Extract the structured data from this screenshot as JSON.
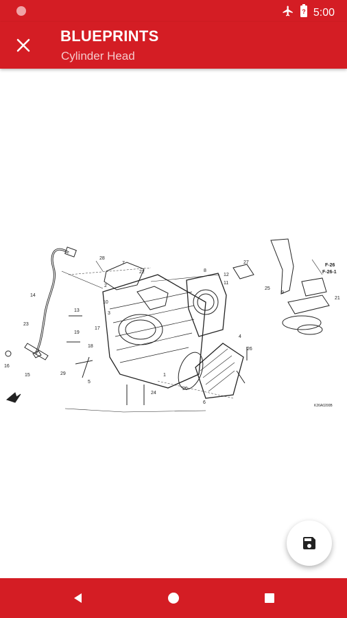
{
  "status_bar": {
    "time": "5:00",
    "icons": [
      "notification-dot-icon",
      "airplane-mode-icon",
      "battery-icon"
    ]
  },
  "app_bar": {
    "title": "BLUEPRINTS",
    "subtitle": "Cylinder Head",
    "close_icon": "close-icon"
  },
  "diagram": {
    "callouts": [
      "1",
      "2",
      "3",
      "4",
      "5",
      "6",
      "7",
      "8",
      "9",
      "10",
      "11",
      "12",
      "13",
      "14",
      "15",
      "16",
      "17",
      "18",
      "19",
      "20",
      "21",
      "22",
      "23",
      "24",
      "25",
      "26",
      "27",
      "28",
      "29"
    ],
    "refs": [
      "F-26",
      "F-26-1"
    ],
    "code": "K26A0200B"
  },
  "fab": {
    "icon": "save-icon"
  },
  "nav_bar": {
    "icons": [
      "back-icon",
      "home-icon",
      "recents-icon"
    ]
  },
  "colors": {
    "primary": "#d41d24",
    "fab_bg": "#ffffff",
    "icon_dark": "#222222"
  }
}
